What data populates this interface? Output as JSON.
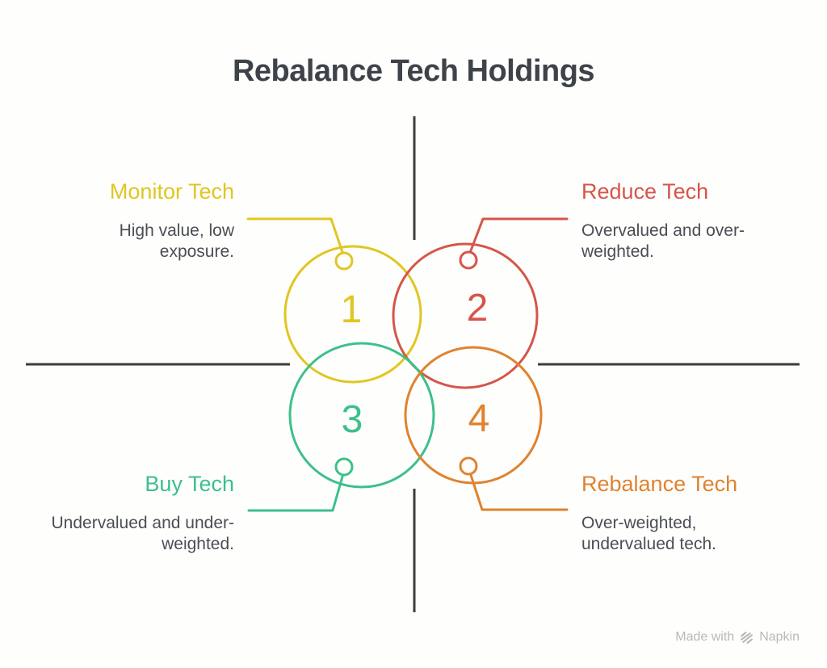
{
  "title": "Rebalance Tech Holdings",
  "quadrants": [
    {
      "number": "1",
      "heading": "Monitor Tech",
      "desc_lines": [
        "High value, low",
        "exposure."
      ],
      "color": "#e1c622"
    },
    {
      "number": "2",
      "heading": "Reduce Tech",
      "desc_lines": [
        "Overvalued and over-",
        "weighted."
      ],
      "color": "#d65549"
    },
    {
      "number": "3",
      "heading": "Buy Tech",
      "desc_lines": [
        "Undervalued and under-",
        "weighted."
      ],
      "color": "#3dc08a"
    },
    {
      "number": "4",
      "heading": "Rebalance Tech",
      "desc_lines": [
        "Over-weighted,",
        "undervalued tech."
      ],
      "color": "#df832f"
    }
  ],
  "colors": {
    "axis": "#3c3c3c",
    "title_text": "#3e434a",
    "body_text": "#4a4e54",
    "watermark": "#b9b9b9",
    "background": "#fefefd"
  },
  "watermark": {
    "prefix": "Made with",
    "brand": "Napkin",
    "logo_icon": "napkin-stripes-icon"
  }
}
